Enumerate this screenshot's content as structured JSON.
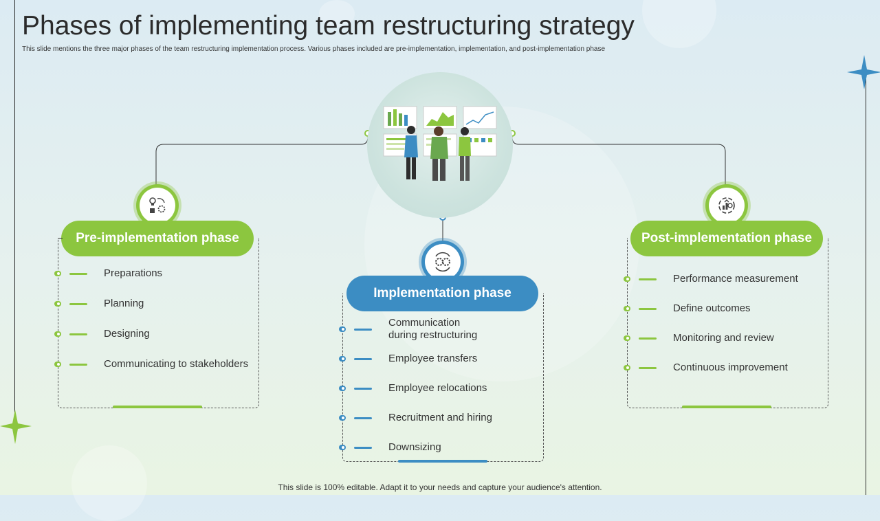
{
  "title": "Phases of implementing team restructuring strategy",
  "subtitle": "This slide mentions the three major phases of the team restructuring implementation process. Various phases included are pre-implementation, implementation, and post-implementation phase",
  "footer": "This slide is 100% editable. Adapt it to your needs and capture your audience's attention.",
  "colors": {
    "green": "#8cc63f",
    "blue": "#3c8dc3",
    "text": "#333333"
  },
  "phases": [
    {
      "label": "Pre-implementation phase",
      "icon": "lightbulb-gears-icon",
      "items": [
        "Preparations",
        "Planning",
        "Designing",
        "Communicating to stakeholders"
      ]
    },
    {
      "label": "Implementation phase",
      "icon": "gears-cycle-icon",
      "items": [
        "Communication\nduring restructuring",
        "Employee transfers",
        "Employee relocations",
        "Recruitment and hiring",
        "Downsizing"
      ]
    },
    {
      "label": "Post-implementation phase",
      "icon": "growth-chart-cycle-icon",
      "items": [
        "Performance measurement",
        "Define outcomes",
        "Monitoring and review",
        "Continuous improvement"
      ]
    }
  ]
}
